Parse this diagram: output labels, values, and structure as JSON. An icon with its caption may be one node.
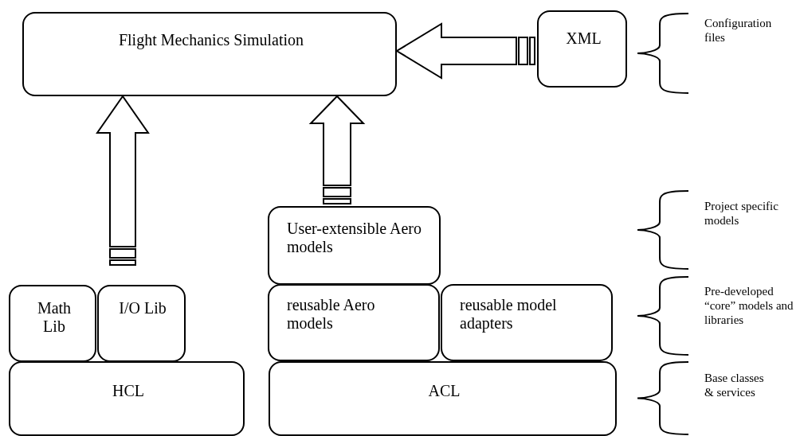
{
  "diagram": {
    "nodes": [
      {
        "text": [
          "Flight Mechanics Simulation"
        ]
      },
      {
        "text": [
          "XML"
        ]
      },
      {
        "text": [
          "Math Lib"
        ]
      },
      {
        "text": [
          "I/O Lib"
        ]
      },
      {
        "text": [
          "HCL"
        ]
      },
      {
        "text": [
          "User-extensible Aero models"
        ]
      },
      {
        "text": [
          "reusable Aero models"
        ]
      },
      {
        "text": [
          "reusable model adapters"
        ]
      },
      {
        "text": [
          "ACL"
        ]
      }
    ],
    "edges": [
      {
        "from": 1,
        "to": 0,
        "arrow": "to"
      },
      {
        "from": null,
        "to": 0,
        "arrow": "to"
      },
      {
        "from": 5,
        "to": 0,
        "arrow": "to"
      }
    ],
    "labels": [
      "Configuration files",
      "Project specific models",
      "Pre-developed “core” models and libraries",
      "Base classes & services"
    ]
  }
}
